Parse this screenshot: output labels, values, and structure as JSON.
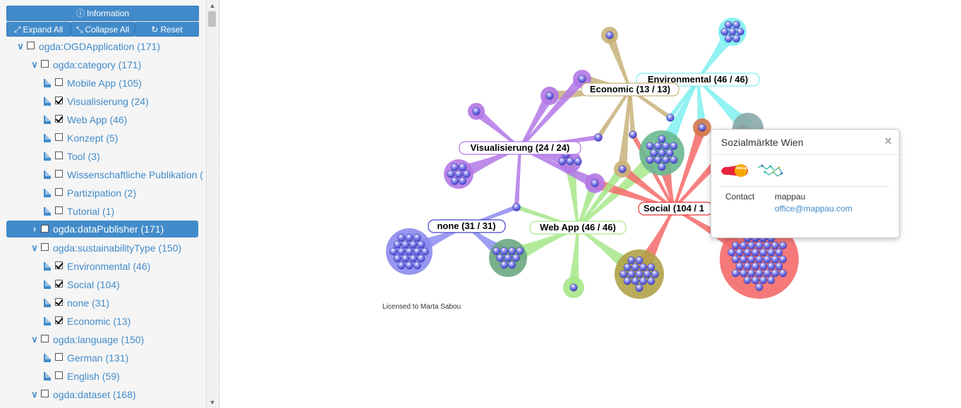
{
  "toolbar": {
    "information_label": "Information",
    "expand_label": "Expand All",
    "collapse_label": "Collapse All",
    "reset_label": "Reset"
  },
  "tree": {
    "root": {
      "label": "ogda:OGDApplication (171)",
      "checked": false
    },
    "category": {
      "label": "ogda:category (171)",
      "items": [
        {
          "label": "Mobile App (105)",
          "checked": false
        },
        {
          "label": "Visualisierung (24)",
          "checked": true
        },
        {
          "label": "Web App (46)",
          "checked": true
        },
        {
          "label": "Konzept (5)",
          "checked": false
        },
        {
          "label": "Tool (3)",
          "checked": false
        },
        {
          "label": "Wissenschaftliche Publikation (",
          "checked": false
        },
        {
          "label": "Partizipation (2)",
          "checked": false
        },
        {
          "label": "Tutorial (1)",
          "checked": false
        }
      ]
    },
    "dataPublisher": {
      "label": "ogda:dataPublisher (171)",
      "checked": false
    },
    "sustainability": {
      "label": "ogda:sustainabilityType (150)",
      "items": [
        {
          "label": "Environmental (46)",
          "checked": true
        },
        {
          "label": "Social (104)",
          "checked": true
        },
        {
          "label": "none (31)",
          "checked": true
        },
        {
          "label": "Economic (13)",
          "checked": true
        }
      ]
    },
    "language": {
      "label": "ogda:language (150)",
      "items": [
        {
          "label": "German (131)",
          "checked": false
        },
        {
          "label": "English (59)",
          "checked": false
        }
      ]
    },
    "dataset": {
      "label": "ogda:dataset (168)",
      "checked": false
    }
  },
  "graph": {
    "labels": {
      "environmental": "Environmental (46 / 46)",
      "economic": "Economic (13 / 13)",
      "visualisierung": "Visualisierung (24 / 24)",
      "social": "Social (104 / 1",
      "none": "none (31 / 31)",
      "webapp": "Web App (46 / 46)"
    },
    "colors": {
      "environmental": "#80f0f0",
      "economic": "#c8b27a",
      "visualisierung": "#b278e6",
      "social": "#f46a6a",
      "none": "#8c8cf0",
      "webapp": "#a6e88a",
      "ball": "#6464e6"
    }
  },
  "popup": {
    "title": "Sozialmärkte Wien",
    "close_glyph": "×",
    "contact_label": "Contact",
    "contact_name": "mappau",
    "contact_email": "office@mappau.com",
    "logo_text": "data.gv.at"
  },
  "license": "Licensed to Marta Sabou"
}
